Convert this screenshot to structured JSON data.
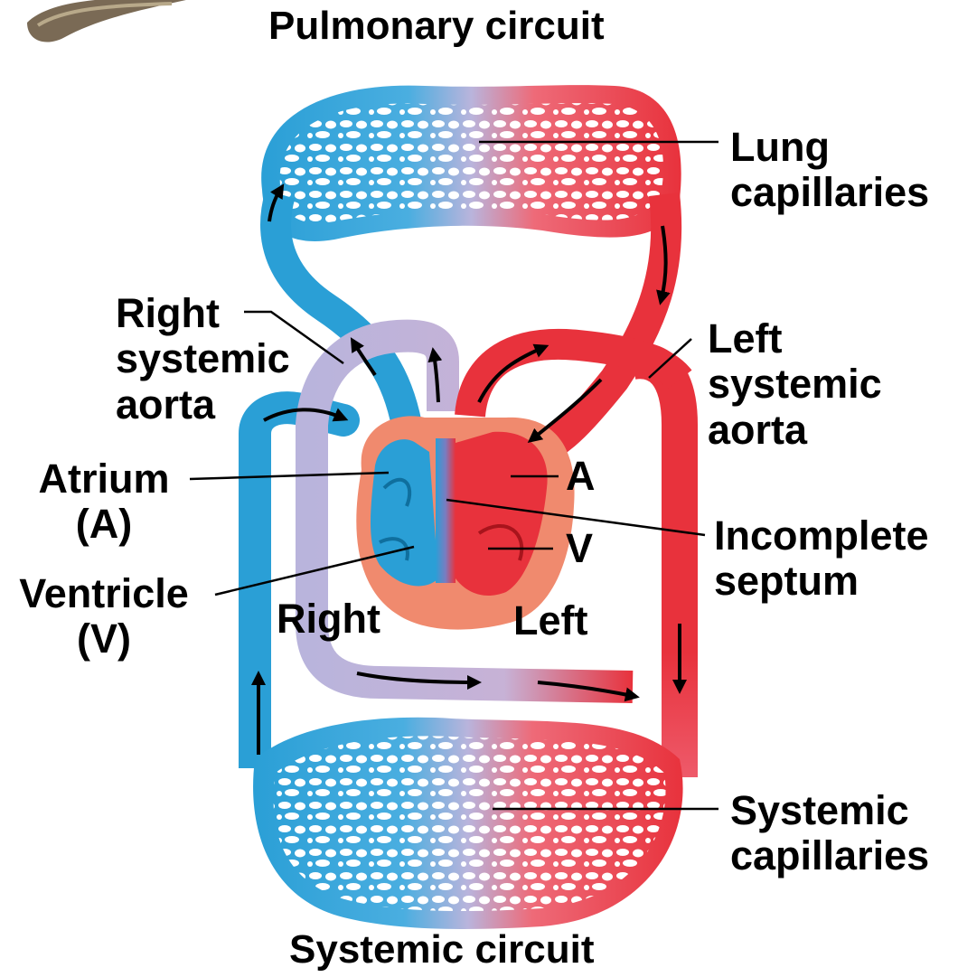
{
  "titles": {
    "top": "Pulmonary circuit",
    "bottom": "Systemic circuit"
  },
  "labels": {
    "lung_capillaries": [
      "Lung",
      "capillaries"
    ],
    "right_systemic_aorta": [
      "Right",
      "systemic",
      "aorta"
    ],
    "left_systemic_aorta": [
      "Left",
      "systemic",
      "aorta"
    ],
    "atrium": [
      "Atrium",
      "(A)"
    ],
    "ventricle": [
      "Ventricle",
      "(V)"
    ],
    "a_short": "A",
    "v_short": "V",
    "incomplete_septum": [
      "Incomplete",
      "septum"
    ],
    "right_side": "Right",
    "left_side": "Left",
    "systemic_capillaries": [
      "Systemic",
      "capillaries"
    ]
  },
  "colors": {
    "oxygen_poor": "#2a9fd6",
    "oxygen_rich": "#e8323c",
    "mixed": "#b9b4dc",
    "heart_tissue": "#f08a6e"
  }
}
